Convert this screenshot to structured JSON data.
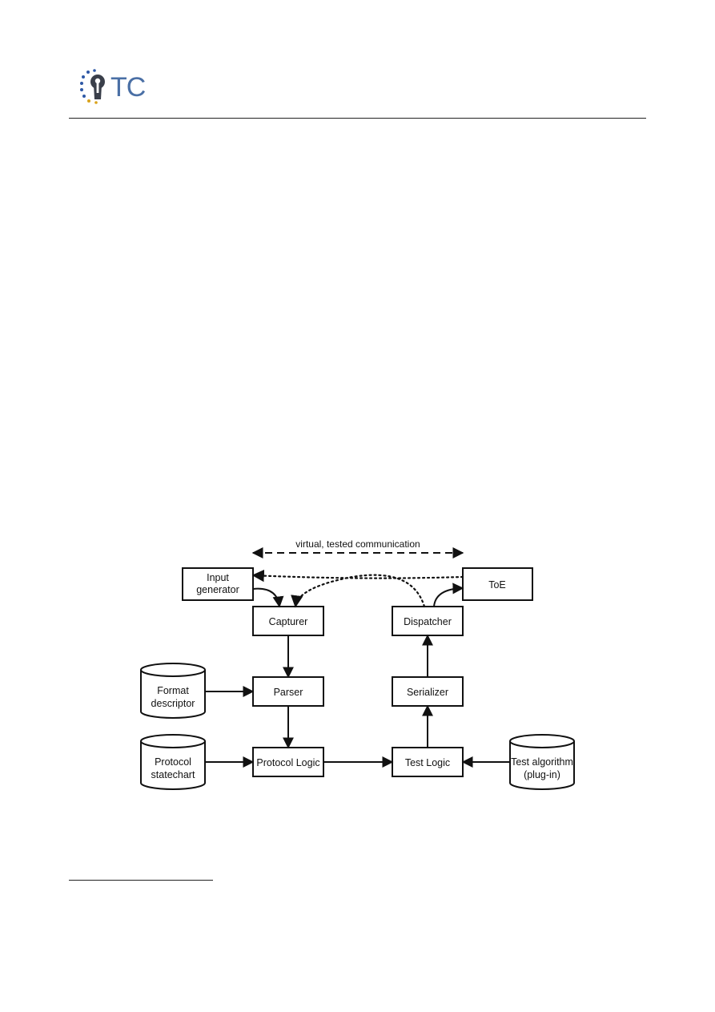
{
  "header": {
    "logo_text": "TC",
    "logo_icon": "keyhole-stars-icon"
  },
  "diagram": {
    "communication_label": "virtual, tested communication",
    "nodes": {
      "input_generator": [
        "Input",
        "generator"
      ],
      "toe": [
        "ToE"
      ],
      "capturer": [
        "Capturer"
      ],
      "dispatcher": [
        "Dispatcher"
      ],
      "parser": [
        "Parser"
      ],
      "serializer": [
        "Serializer"
      ],
      "protocol_logic": [
        "Protocol Logic"
      ],
      "test_logic": [
        "Test Logic"
      ],
      "format_descriptor": [
        "Format",
        "descriptor"
      ],
      "protocol_statechart": [
        "Protocol",
        "statechart"
      ],
      "test_algorithm": [
        "Test algorithm",
        "(plug-in)"
      ]
    }
  },
  "colors": {
    "ink": "#111111",
    "logo_blue": "#4a6fa5",
    "logo_star": "#2e58a6",
    "logo_gold": "#d9a21b"
  }
}
